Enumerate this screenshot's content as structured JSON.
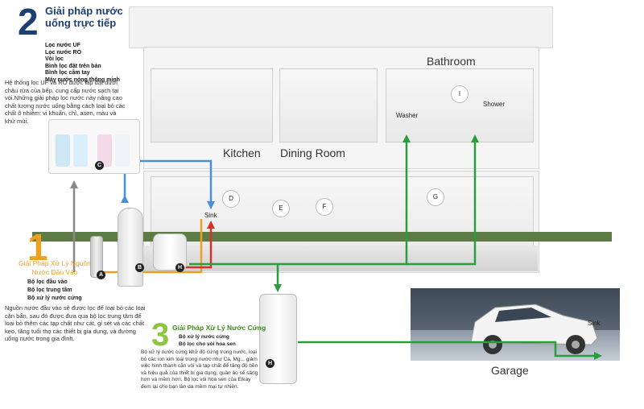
{
  "section2": {
    "number": "2",
    "title": "Giải pháp nước uống trực tiếp",
    "items": [
      "Lọc nước UF",
      "Lọc nước RO",
      "Vòi lọc",
      "Bình lọc đặt trên bàn",
      "Bình lọc cầm tay",
      "Máy nước nóng thông minh"
    ],
    "description": "Hệ thống lọc UF và RO được lắp đặt dưới chậu rửa của bếp, cung cấp nước sạch tại vòi.Những giải pháp lọc nước này nâng cao chất lượng nước uống bằng cách loại bỏ các chất ô nhiễm: vi khuẩn, chì, asen, màu và khử mùi."
  },
  "section1": {
    "number": "1",
    "title": "Giải Pháp Xử Lý Nguồn Nước Đầu Vào",
    "items": [
      "Bộ lọc đầu vào",
      "Bộ lọc trung tâm",
      "Bộ xử lý nước cứng"
    ],
    "description": "Nguồn nước đầu vào sẽ được lọc để loại bỏ các loại cặn bẩn, sau đó được đưa qua bộ lọc trung tâm để loại bỏ thêm các tạp chất như cát, gỉ sét và các chất kẹo, tăng tuổi thọ các thiết bị gia dụng, và đường uống nước trong gia đình."
  },
  "section3": {
    "number": "3",
    "title": "Giải Pháp Xử Lý Nước Cứng",
    "items": [
      "Bộ xử lý nước cứng",
      "Bộ lọc cho vòi hoa sen"
    ],
    "description": "Bộ xử lý nước cứng khử độ cứng trong nước, loại bỏ các ion kim loại trong nước như Ca, Mg... giảm việc hình thành cặn vôi và tạp chất để tăng độ bền và hiệu quả của thiết bị gia dụng, quần áo sẽ sáng hơn và mềm hơn. Bộ lọc vòi hoa sen của Elkay đem lại cho bạn làn da mềm mại tự nhiên."
  },
  "rooms": {
    "bathroom": "Bathroom",
    "kitchen": "Kitchen",
    "dining": "Dining Room",
    "garage": "Garage",
    "washer": "Washer",
    "shower": "Shower",
    "sink_kitchen": "Sink",
    "sink_garage": "Sink"
  },
  "badges": [
    "A",
    "B",
    "C",
    "D",
    "E",
    "F",
    "G",
    "H",
    "H",
    "I"
  ],
  "colors": {
    "green": "#2a9d3f",
    "blue": "#4a90d9",
    "red": "#d8302a",
    "orange": "#f0a020",
    "gray": "#888888",
    "navy": "#1d3f72"
  }
}
